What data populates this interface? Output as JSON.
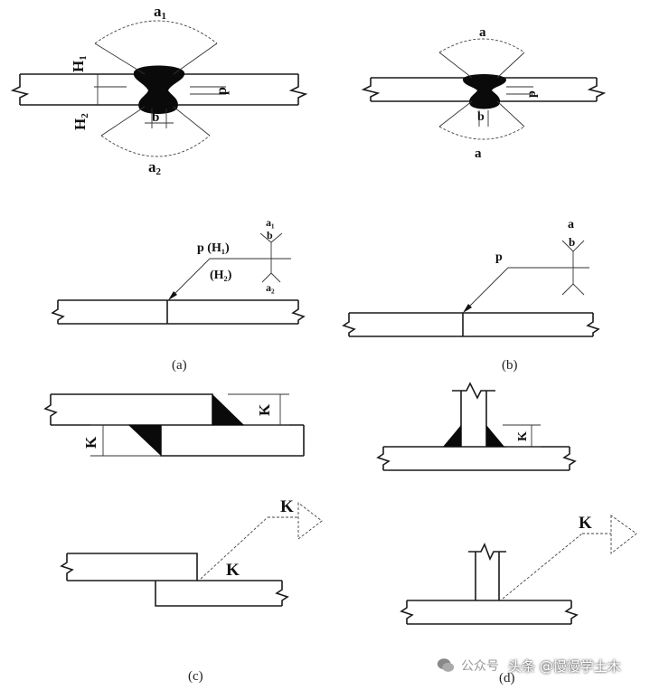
{
  "fig_a": {
    "angle_top": "a",
    "angle_top_sub": "1",
    "angle_bottom": "a",
    "angle_bottom_sub": "2",
    "h1": "H",
    "h1_sub": "1",
    "h2": "H",
    "h2_sub": "2",
    "p": "p",
    "b": "b",
    "caption": "(a)"
  },
  "fig_b": {
    "angle_top": "a",
    "angle_bottom": "a",
    "p": "p",
    "b": "b",
    "caption": "(b)"
  },
  "symbol_a": {
    "label_p_h1": "p (H₁)",
    "label_h2": "(H₂)",
    "angle_top": "a₁",
    "b_top": "b",
    "angle_bottom": "a₂"
  },
  "symbol_b": {
    "label_p": "p",
    "angle_top": "a",
    "b_top": "b"
  },
  "fig_c": {
    "k_top": "K",
    "k_bottom": "K",
    "k_symbol": "K",
    "k_leader": "K",
    "caption": "(c)"
  },
  "fig_d": {
    "k": "K",
    "k_symbol": "K",
    "caption": "(d)"
  },
  "watermark": {
    "sub": "公众号",
    "text": "头条 @慢慢学土木"
  }
}
